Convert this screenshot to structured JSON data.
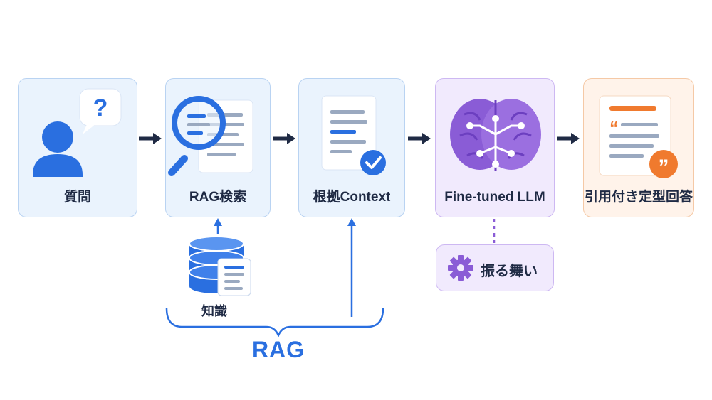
{
  "steps": [
    {
      "label": "質問"
    },
    {
      "label": "RAG検索"
    },
    {
      "label": "根拠Context"
    },
    {
      "label": "Fine-tuned LLM"
    },
    {
      "label": "引用付き定型回答"
    }
  ],
  "knowledge": {
    "label": "知識"
  },
  "behavior": {
    "label": "振る舞い"
  },
  "rag": {
    "label": "RAG"
  },
  "colors": {
    "blue_accent": "#2a6fe0",
    "purple_accent": "#8a5cd6",
    "orange_accent": "#f07a2e",
    "arrow": "#1f2a44"
  }
}
